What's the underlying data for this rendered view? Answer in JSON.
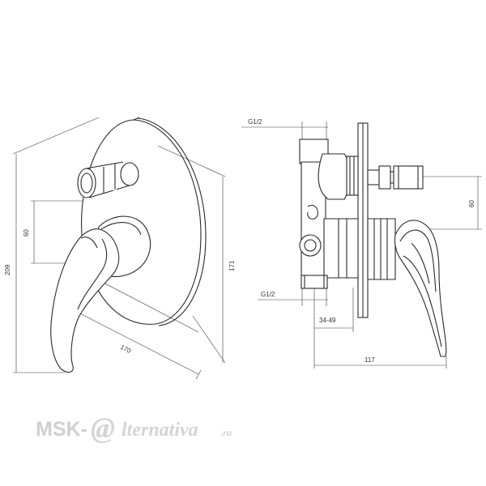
{
  "dimensions": {
    "front_height_total": "209",
    "front_handle_offset": "60",
    "front_plate_diameter": "170",
    "front_plate_height": "171",
    "side_thread_top": "G1/2",
    "side_thread_bottom": "G1/2",
    "side_offset": "60",
    "side_depth_range": "34-49",
    "side_total_depth": "117"
  },
  "watermark": {
    "text_left": "MSK-",
    "text_at": "@",
    "text_right": "lternativa",
    "text_suffix": ".ru"
  },
  "colors": {
    "line": "#2a2a2a",
    "watermark": "#d0d0d0"
  }
}
